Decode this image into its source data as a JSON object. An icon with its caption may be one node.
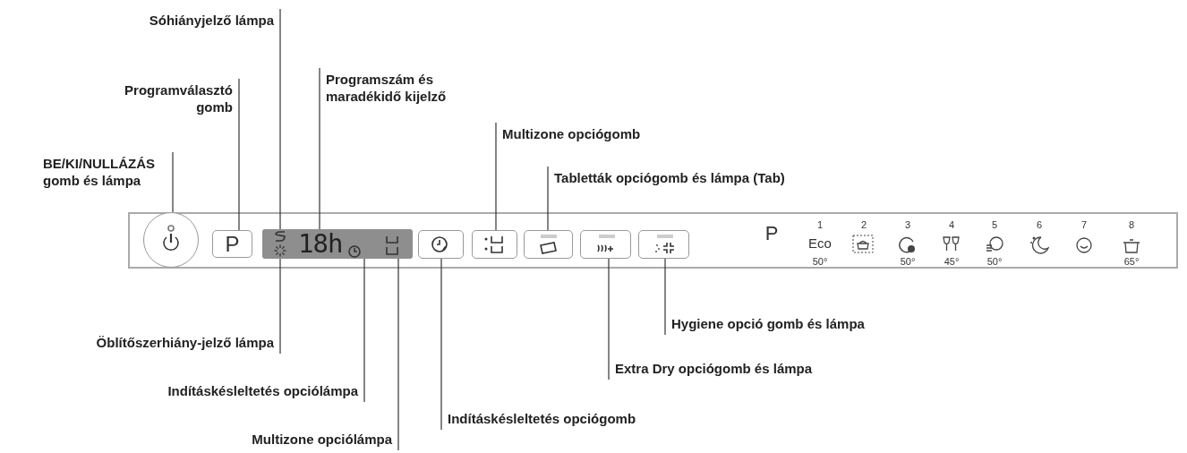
{
  "diagram": {
    "nodes": [
      {
        "text": [
          "BE/KI/NULLÁZÁS gomb és lámpa"
        ]
      },
      {
        "text": [
          "Programválasztó gomb"
        ]
      },
      {
        "text": [
          "Sóhiányjelző lámpa"
        ]
      },
      {
        "text": [
          "Programszám és maradékidő kijelző"
        ]
      },
      {
        "text": [
          "Multizone opciógomb"
        ]
      },
      {
        "text": [
          "Tabletták opciógomb és lámpa (Tab)"
        ]
      },
      {
        "text": [
          "Öblítőszerhiány-jelző lámpa"
        ]
      },
      {
        "text": [
          "Indításkésleltetés opciólámpa"
        ]
      },
      {
        "text": [
          "Multizone opciólámpa"
        ]
      },
      {
        "text": [
          "Indításkésleltetés opciógomb"
        ]
      },
      {
        "text": [
          "Extra Dry opciógomb és lámpa"
        ]
      },
      {
        "text": [
          "Hygiene opció gomb és lámpa"
        ]
      },
      {
        "text": [],
        "shape": "circle"
      },
      {
        "text": [
          "P"
        ]
      },
      {
        "text": [
          "18h"
        ]
      },
      {
        "text": [],
        "shape": "icon",
        "in": 14
      },
      {
        "text": [],
        "shape": "icon",
        "in": 14
      },
      {
        "text": [],
        "shape": "icon",
        "in": 14
      },
      {
        "text": [],
        "shape": "icon",
        "in": 14
      },
      {
        "text": [],
        "shape": "box"
      },
      {
        "text": [],
        "shape": "box"
      },
      {
        "text": [],
        "shape": "box"
      },
      {
        "text": [],
        "shape": "box"
      },
      {
        "text": [],
        "shape": "box"
      }
    ],
    "edges": [
      {
        "from": 0,
        "to": 12,
        "arrow": "none"
      },
      {
        "from": 1,
        "to": 13,
        "arrow": "none"
      },
      {
        "from": 2,
        "to": 15,
        "arrow": "none"
      },
      {
        "from": 3,
        "to": 14,
        "arrow": "none"
      },
      {
        "from": 4,
        "to": 20,
        "arrow": "none"
      },
      {
        "from": 5,
        "to": 21,
        "arrow": "none"
      },
      {
        "from": 6,
        "to": 16,
        "arrow": "none"
      },
      {
        "from": 7,
        "to": 17,
        "arrow": "none"
      },
      {
        "from": 8,
        "to": 18,
        "arrow": "none"
      },
      {
        "from": 9,
        "to": 19,
        "arrow": "none"
      },
      {
        "from": 10,
        "to": 22,
        "arrow": "none"
      },
      {
        "from": 11,
        "to": 23,
        "arrow": "none"
      }
    ],
    "labels": [
      "P",
      "1",
      "2",
      "3",
      "4",
      "5",
      "6",
      "7",
      "8",
      "Eco",
      "50°",
      "50°",
      "45°",
      "50°",
      "65°"
    ]
  }
}
